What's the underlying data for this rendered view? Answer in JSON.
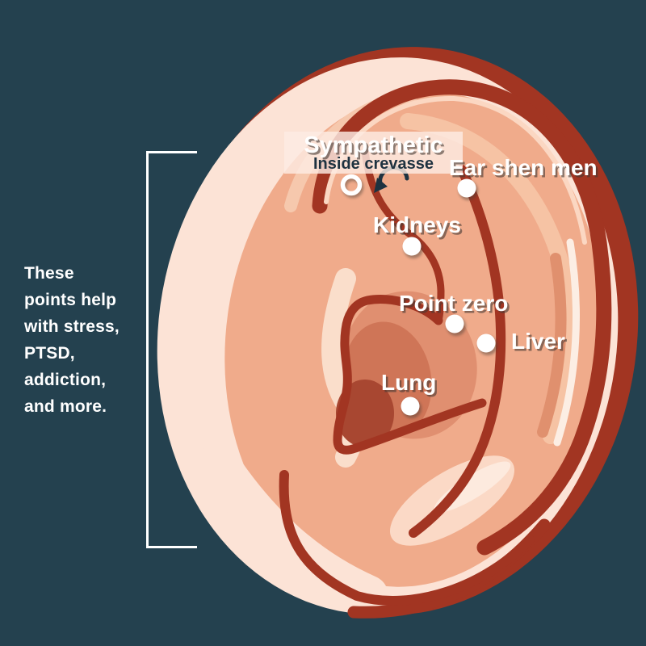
{
  "colors": {
    "background": "#24414f",
    "outline_red": "#a23522",
    "skin_pale": "#fce3d6",
    "skin_salmon": "#f0ab8b",
    "skin_light": "#f6c3a4",
    "concha_mid": "#e08f70",
    "concha_deep": "#cf7557",
    "canal_maroon": "#a84731",
    "marker_white": "#ffffff",
    "text_light": "#ffffff",
    "text_dark": "#1e3240"
  },
  "caption": {
    "lines": [
      "These",
      "points help",
      "with stress,",
      "PTSD,",
      "addiction,",
      "and more."
    ]
  },
  "points": [
    {
      "label": "Sympathetic",
      "sublabel": "Inside crevasse",
      "marker": "ring"
    },
    {
      "label": "Ear shen men",
      "marker": "dot"
    },
    {
      "label": "Kidneys",
      "marker": "dot"
    },
    {
      "label": "Point zero",
      "marker": "dot"
    },
    {
      "label": "Liver",
      "marker": "dot"
    },
    {
      "label": "Lung",
      "marker": "dot"
    }
  ]
}
